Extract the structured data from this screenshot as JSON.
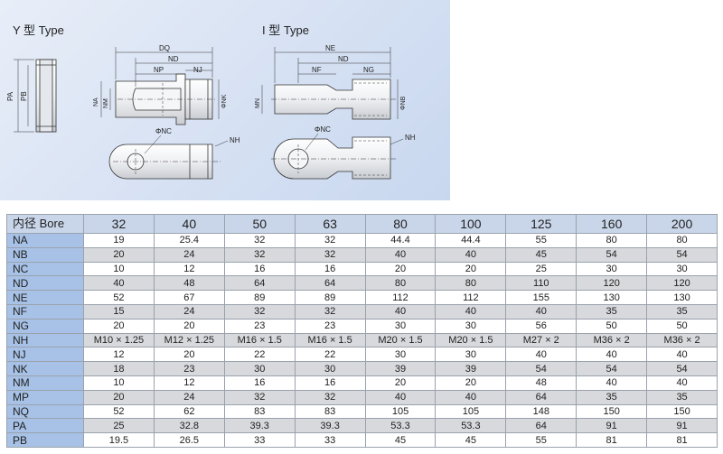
{
  "drawing": {
    "y_type_title": "Y 型 Type",
    "i_type_title": "I 型 Type",
    "y_labels": {
      "dq": "DQ",
      "nd": "ND",
      "np": "NP",
      "nj": "NJ",
      "pa": "PA",
      "pb": "PB",
      "na": "NA",
      "nm": "NM",
      "nk": "ΦNK",
      "nc": "ΦNC",
      "nh": "NH"
    },
    "i_labels": {
      "ne": "NE",
      "nd": "ND",
      "nf": "NF",
      "ng": "NG",
      "mn": "MN",
      "nb": "ΦNB",
      "nc": "ΦNC",
      "nh": "NH"
    }
  },
  "table": {
    "header_label": "内径 Bore",
    "bores": [
      "32",
      "40",
      "50",
      "63",
      "80",
      "100",
      "125",
      "160",
      "200"
    ],
    "rows": [
      {
        "label": "NA",
        "values": [
          "19",
          "25.4",
          "32",
          "32",
          "44.4",
          "44.4",
          "55",
          "80",
          "80"
        ]
      },
      {
        "label": "NB",
        "values": [
          "20",
          "24",
          "32",
          "32",
          "40",
          "40",
          "45",
          "54",
          "54"
        ]
      },
      {
        "label": "NC",
        "values": [
          "10",
          "12",
          "16",
          "16",
          "20",
          "20",
          "25",
          "30",
          "30"
        ]
      },
      {
        "label": "ND",
        "values": [
          "40",
          "48",
          "64",
          "64",
          "80",
          "80",
          "110",
          "120",
          "120"
        ]
      },
      {
        "label": "NE",
        "values": [
          "52",
          "67",
          "89",
          "89",
          "112",
          "112",
          "155",
          "130",
          "130"
        ]
      },
      {
        "label": "NF",
        "values": [
          "15",
          "24",
          "32",
          "32",
          "40",
          "40",
          "40",
          "35",
          "35"
        ]
      },
      {
        "label": "NG",
        "values": [
          "20",
          "20",
          "23",
          "23",
          "30",
          "30",
          "56",
          "50",
          "50"
        ]
      },
      {
        "label": "NH",
        "values": [
          "M10 × 1.25",
          "M12 × 1.25",
          "M16 × 1.5",
          "M16 × 1.5",
          "M20 × 1.5",
          "M20 × 1.5",
          "M27 × 2",
          "M36 × 2",
          "M36 × 2"
        ]
      },
      {
        "label": "NJ",
        "values": [
          "12",
          "20",
          "22",
          "22",
          "30",
          "30",
          "40",
          "40",
          "40"
        ]
      },
      {
        "label": "NK",
        "values": [
          "18",
          "23",
          "30",
          "30",
          "39",
          "39",
          "54",
          "54",
          "54"
        ]
      },
      {
        "label": "NM",
        "values": [
          "10",
          "12",
          "16",
          "16",
          "20",
          "20",
          "48",
          "40",
          "40"
        ]
      },
      {
        "label": "MP",
        "values": [
          "20",
          "24",
          "32",
          "32",
          "40",
          "40",
          "64",
          "35",
          "35"
        ]
      },
      {
        "label": "NQ",
        "values": [
          "52",
          "62",
          "83",
          "83",
          "105",
          "105",
          "148",
          "150",
          "150"
        ]
      },
      {
        "label": "PA",
        "values": [
          "25",
          "32.8",
          "39.3",
          "39.3",
          "53.3",
          "53.3",
          "64",
          "91",
          "91"
        ]
      },
      {
        "label": "PB",
        "values": [
          "19.5",
          "26.5",
          "33",
          "33",
          "45",
          "45",
          "55",
          "81",
          "81"
        ]
      }
    ]
  }
}
